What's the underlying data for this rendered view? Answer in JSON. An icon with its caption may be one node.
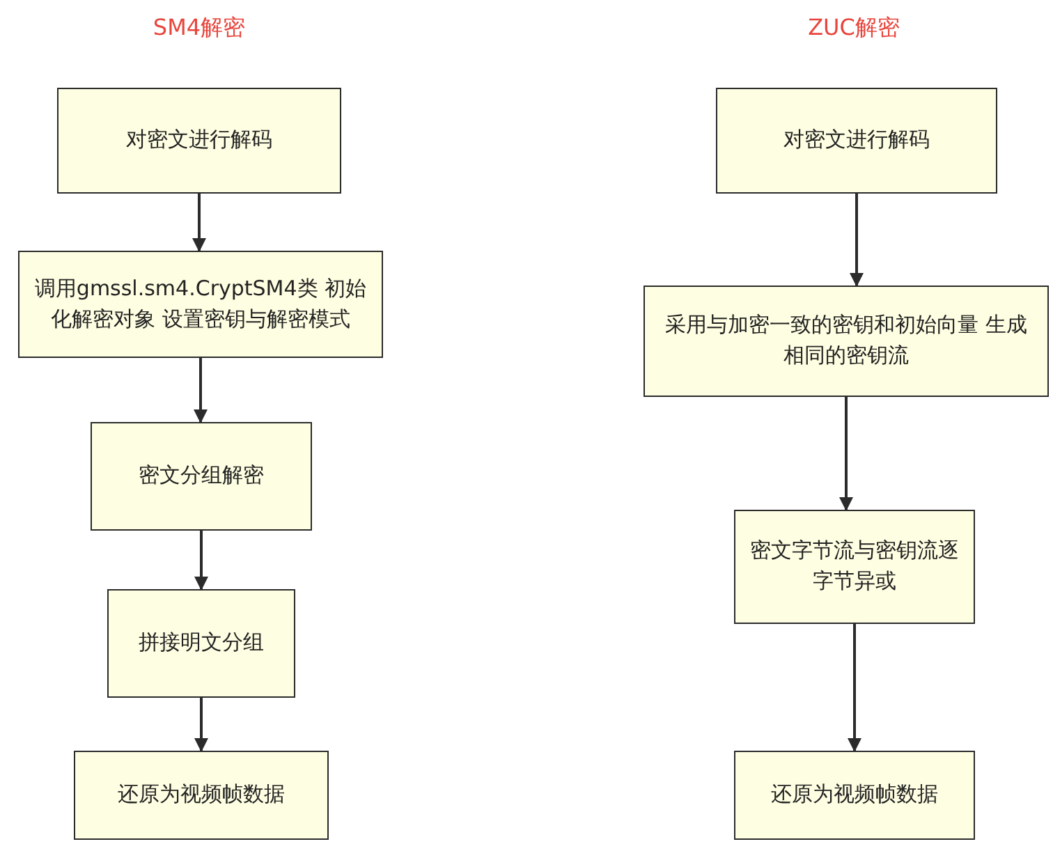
{
  "diagram": {
    "nodes": [
      {
        "text": [
          "对密文进行解码"
        ]
      },
      {
        "text": [
          "调用gmssl.sm4.CryptSM4类 初始化解密对象 设置密钥与解密模式"
        ]
      },
      {
        "text": [
          "密文分组解密"
        ]
      },
      {
        "text": [
          "拼接明文分组"
        ]
      },
      {
        "text": [
          "还原为视频帧数据"
        ]
      },
      {
        "text": [
          "对密文进行解码"
        ]
      },
      {
        "text": [
          "采用与加密一致的密钥和初始向量 生成相同的密钥流"
        ]
      },
      {
        "text": [
          "密文字节流与密钥流逐字节异或"
        ]
      },
      {
        "text": [
          "还原为视频帧数据"
        ]
      }
    ],
    "edges": [
      {
        "from": 0,
        "to": 1,
        "arrow": "to"
      },
      {
        "from": 1,
        "to": 2,
        "arrow": "to"
      },
      {
        "from": 2,
        "to": 3,
        "arrow": "to"
      },
      {
        "from": 3,
        "to": 4,
        "arrow": "to"
      },
      {
        "from": 5,
        "to": 6,
        "arrow": "to"
      },
      {
        "from": 6,
        "to": 7,
        "arrow": "to"
      },
      {
        "from": 7,
        "to": 8,
        "arrow": "to"
      }
    ],
    "labels": [
      "SM4解密",
      "ZUC解密"
    ]
  }
}
